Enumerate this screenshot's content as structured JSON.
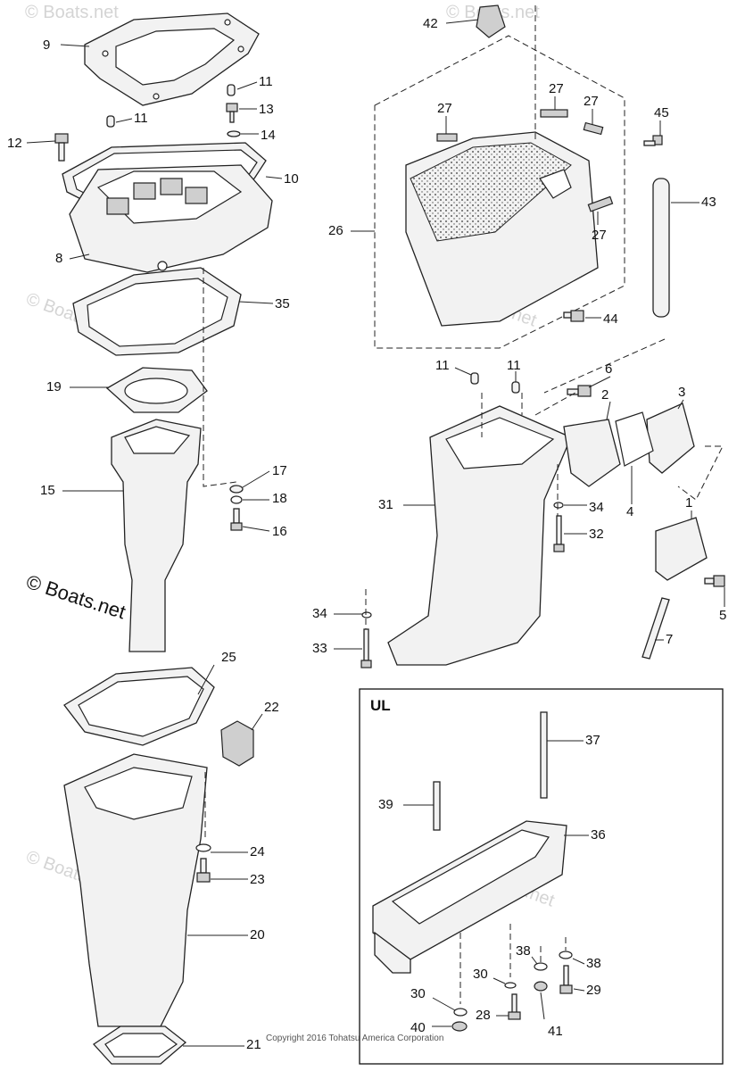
{
  "watermark": {
    "text": "© Boats.net",
    "big_text": "© Boats.net"
  },
  "inset": {
    "label": "UL"
  },
  "copyright": "Copyright 2016 Tohatsu America Corporation",
  "callouts": [
    {
      "id": "c9",
      "label": "9"
    },
    {
      "id": "c11a",
      "label": "11"
    },
    {
      "id": "c13",
      "label": "13"
    },
    {
      "id": "c11b",
      "label": "11"
    },
    {
      "id": "c12",
      "label": "12"
    },
    {
      "id": "c14",
      "label": "14"
    },
    {
      "id": "c10",
      "label": "10"
    },
    {
      "id": "c8",
      "label": "8"
    },
    {
      "id": "c35",
      "label": "35"
    },
    {
      "id": "c19",
      "label": "19"
    },
    {
      "id": "c17",
      "label": "17"
    },
    {
      "id": "c15",
      "label": "15"
    },
    {
      "id": "c18",
      "label": "18"
    },
    {
      "id": "c16",
      "label": "16"
    },
    {
      "id": "c42",
      "label": "42"
    },
    {
      "id": "c27a",
      "label": "27"
    },
    {
      "id": "c27b",
      "label": "27"
    },
    {
      "id": "c27c",
      "label": "27"
    },
    {
      "id": "c45",
      "label": "45"
    },
    {
      "id": "c43",
      "label": "43"
    },
    {
      "id": "c26",
      "label": "26"
    },
    {
      "id": "c27d",
      "label": "27"
    },
    {
      "id": "c44",
      "label": "44"
    },
    {
      "id": "c11c",
      "label": "11"
    },
    {
      "id": "c11d",
      "label": "11"
    },
    {
      "id": "c6",
      "label": "6"
    },
    {
      "id": "c2",
      "label": "2"
    },
    {
      "id": "c3",
      "label": "3"
    },
    {
      "id": "c31",
      "label": "31"
    },
    {
      "id": "c34a",
      "label": "34"
    },
    {
      "id": "c4",
      "label": "4"
    },
    {
      "id": "c32",
      "label": "32"
    },
    {
      "id": "c1",
      "label": "1"
    },
    {
      "id": "c34b",
      "label": "34"
    },
    {
      "id": "c5",
      "label": "5"
    },
    {
      "id": "c33",
      "label": "33"
    },
    {
      "id": "c7",
      "label": "7"
    },
    {
      "id": "c25",
      "label": "25"
    },
    {
      "id": "c22",
      "label": "22"
    },
    {
      "id": "c24",
      "label": "24"
    },
    {
      "id": "c23",
      "label": "23"
    },
    {
      "id": "c20",
      "label": "20"
    },
    {
      "id": "c21",
      "label": "21"
    },
    {
      "id": "c37",
      "label": "37"
    },
    {
      "id": "c39",
      "label": "39"
    },
    {
      "id": "c36",
      "label": "36"
    },
    {
      "id": "c38a",
      "label": "38"
    },
    {
      "id": "c38b",
      "label": "38"
    },
    {
      "id": "c30a",
      "label": "30"
    },
    {
      "id": "c30b",
      "label": "30"
    },
    {
      "id": "c29",
      "label": "29"
    },
    {
      "id": "c28",
      "label": "28"
    },
    {
      "id": "c41",
      "label": "41"
    },
    {
      "id": "c40",
      "label": "40"
    }
  ]
}
